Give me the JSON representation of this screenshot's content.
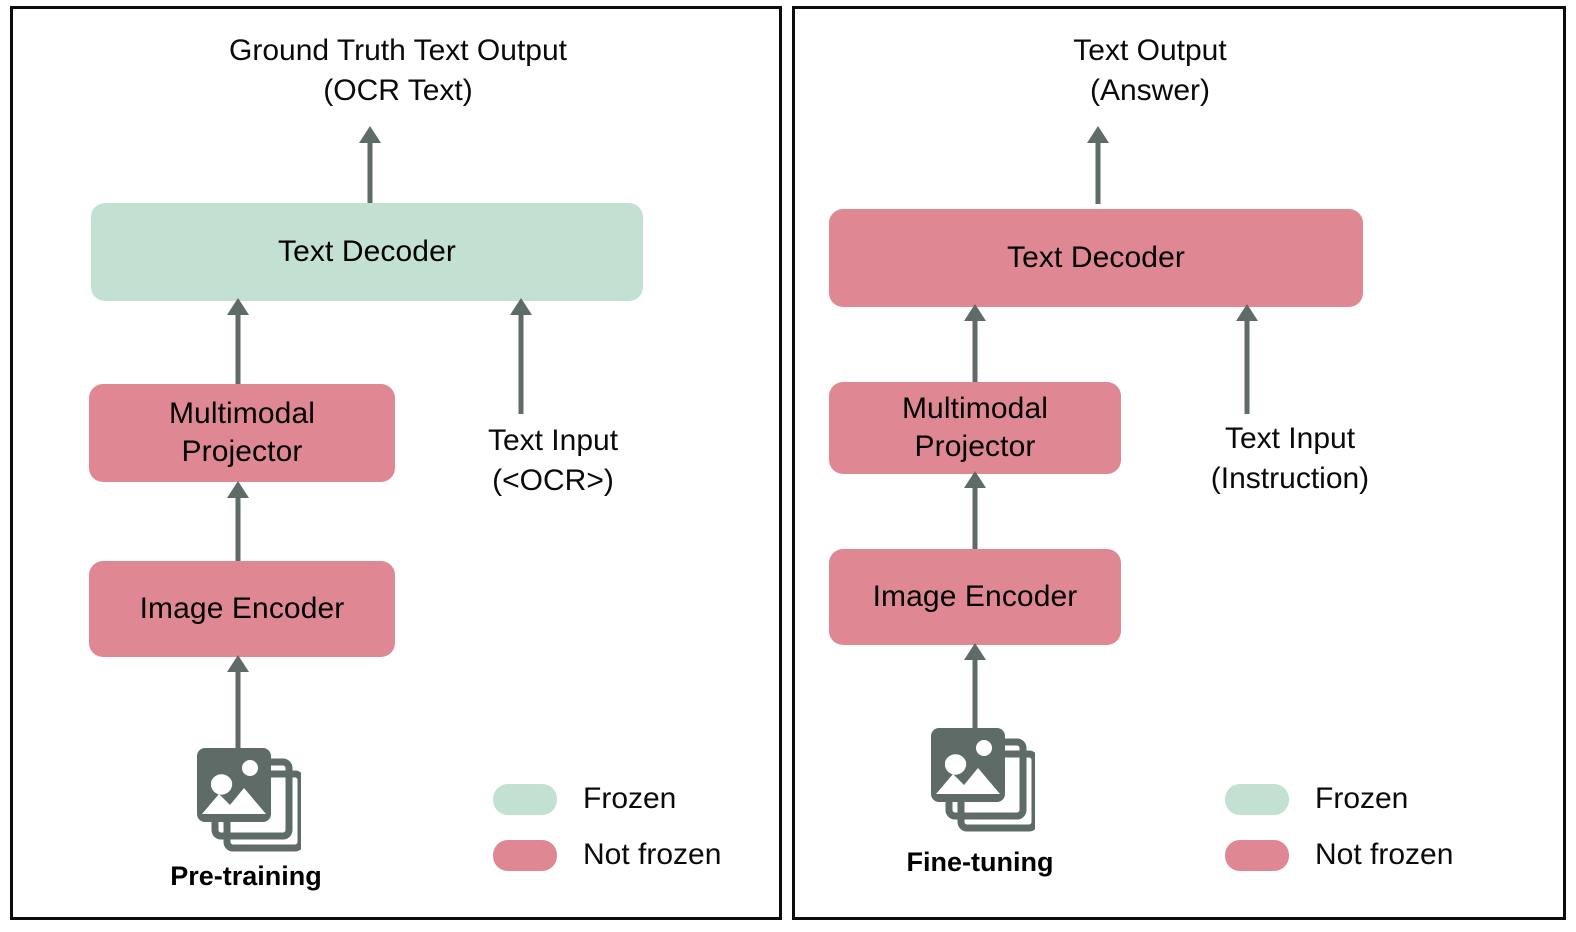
{
  "colors": {
    "frozen": "#c3e1d3",
    "not_frozen": "#e08794",
    "arrow": "#5e6b66",
    "icon": "#5f6b66",
    "panel_border": "#0d0d0d",
    "text": "#0a0a0a"
  },
  "panels": [
    {
      "id": "pre-training",
      "stage_label": "Pre-training",
      "top_caption": "Ground Truth Text Output\n(OCR Text)",
      "text_input_caption": "Text Input\n(<OCR>)",
      "nodes": [
        {
          "name": "text-decoder",
          "label": "Text Decoder",
          "state": "frozen"
        },
        {
          "name": "multimodal-projector",
          "label": "Multimodal\nProjector",
          "state": "not_frozen"
        },
        {
          "name": "image-encoder",
          "label": "Image Encoder",
          "state": "not_frozen"
        }
      ],
      "legend": [
        {
          "label": "Frozen",
          "state": "frozen"
        },
        {
          "label": "Not frozen",
          "state": "not_frozen"
        }
      ],
      "image_icon": "image-stack-icon"
    },
    {
      "id": "fine-tuning",
      "stage_label": "Fine-tuning",
      "top_caption": "Text Output\n(Answer)",
      "text_input_caption": "Text Input\n(Instruction)",
      "nodes": [
        {
          "name": "text-decoder",
          "label": "Text Decoder",
          "state": "not_frozen"
        },
        {
          "name": "multimodal-projector",
          "label": "Multimodal\nProjector",
          "state": "not_frozen"
        },
        {
          "name": "image-encoder",
          "label": "Image Encoder",
          "state": "not_frozen"
        }
      ],
      "legend": [
        {
          "label": "Frozen",
          "state": "frozen"
        },
        {
          "label": "Not frozen",
          "state": "not_frozen"
        }
      ],
      "image_icon": "image-stack-icon"
    }
  ]
}
